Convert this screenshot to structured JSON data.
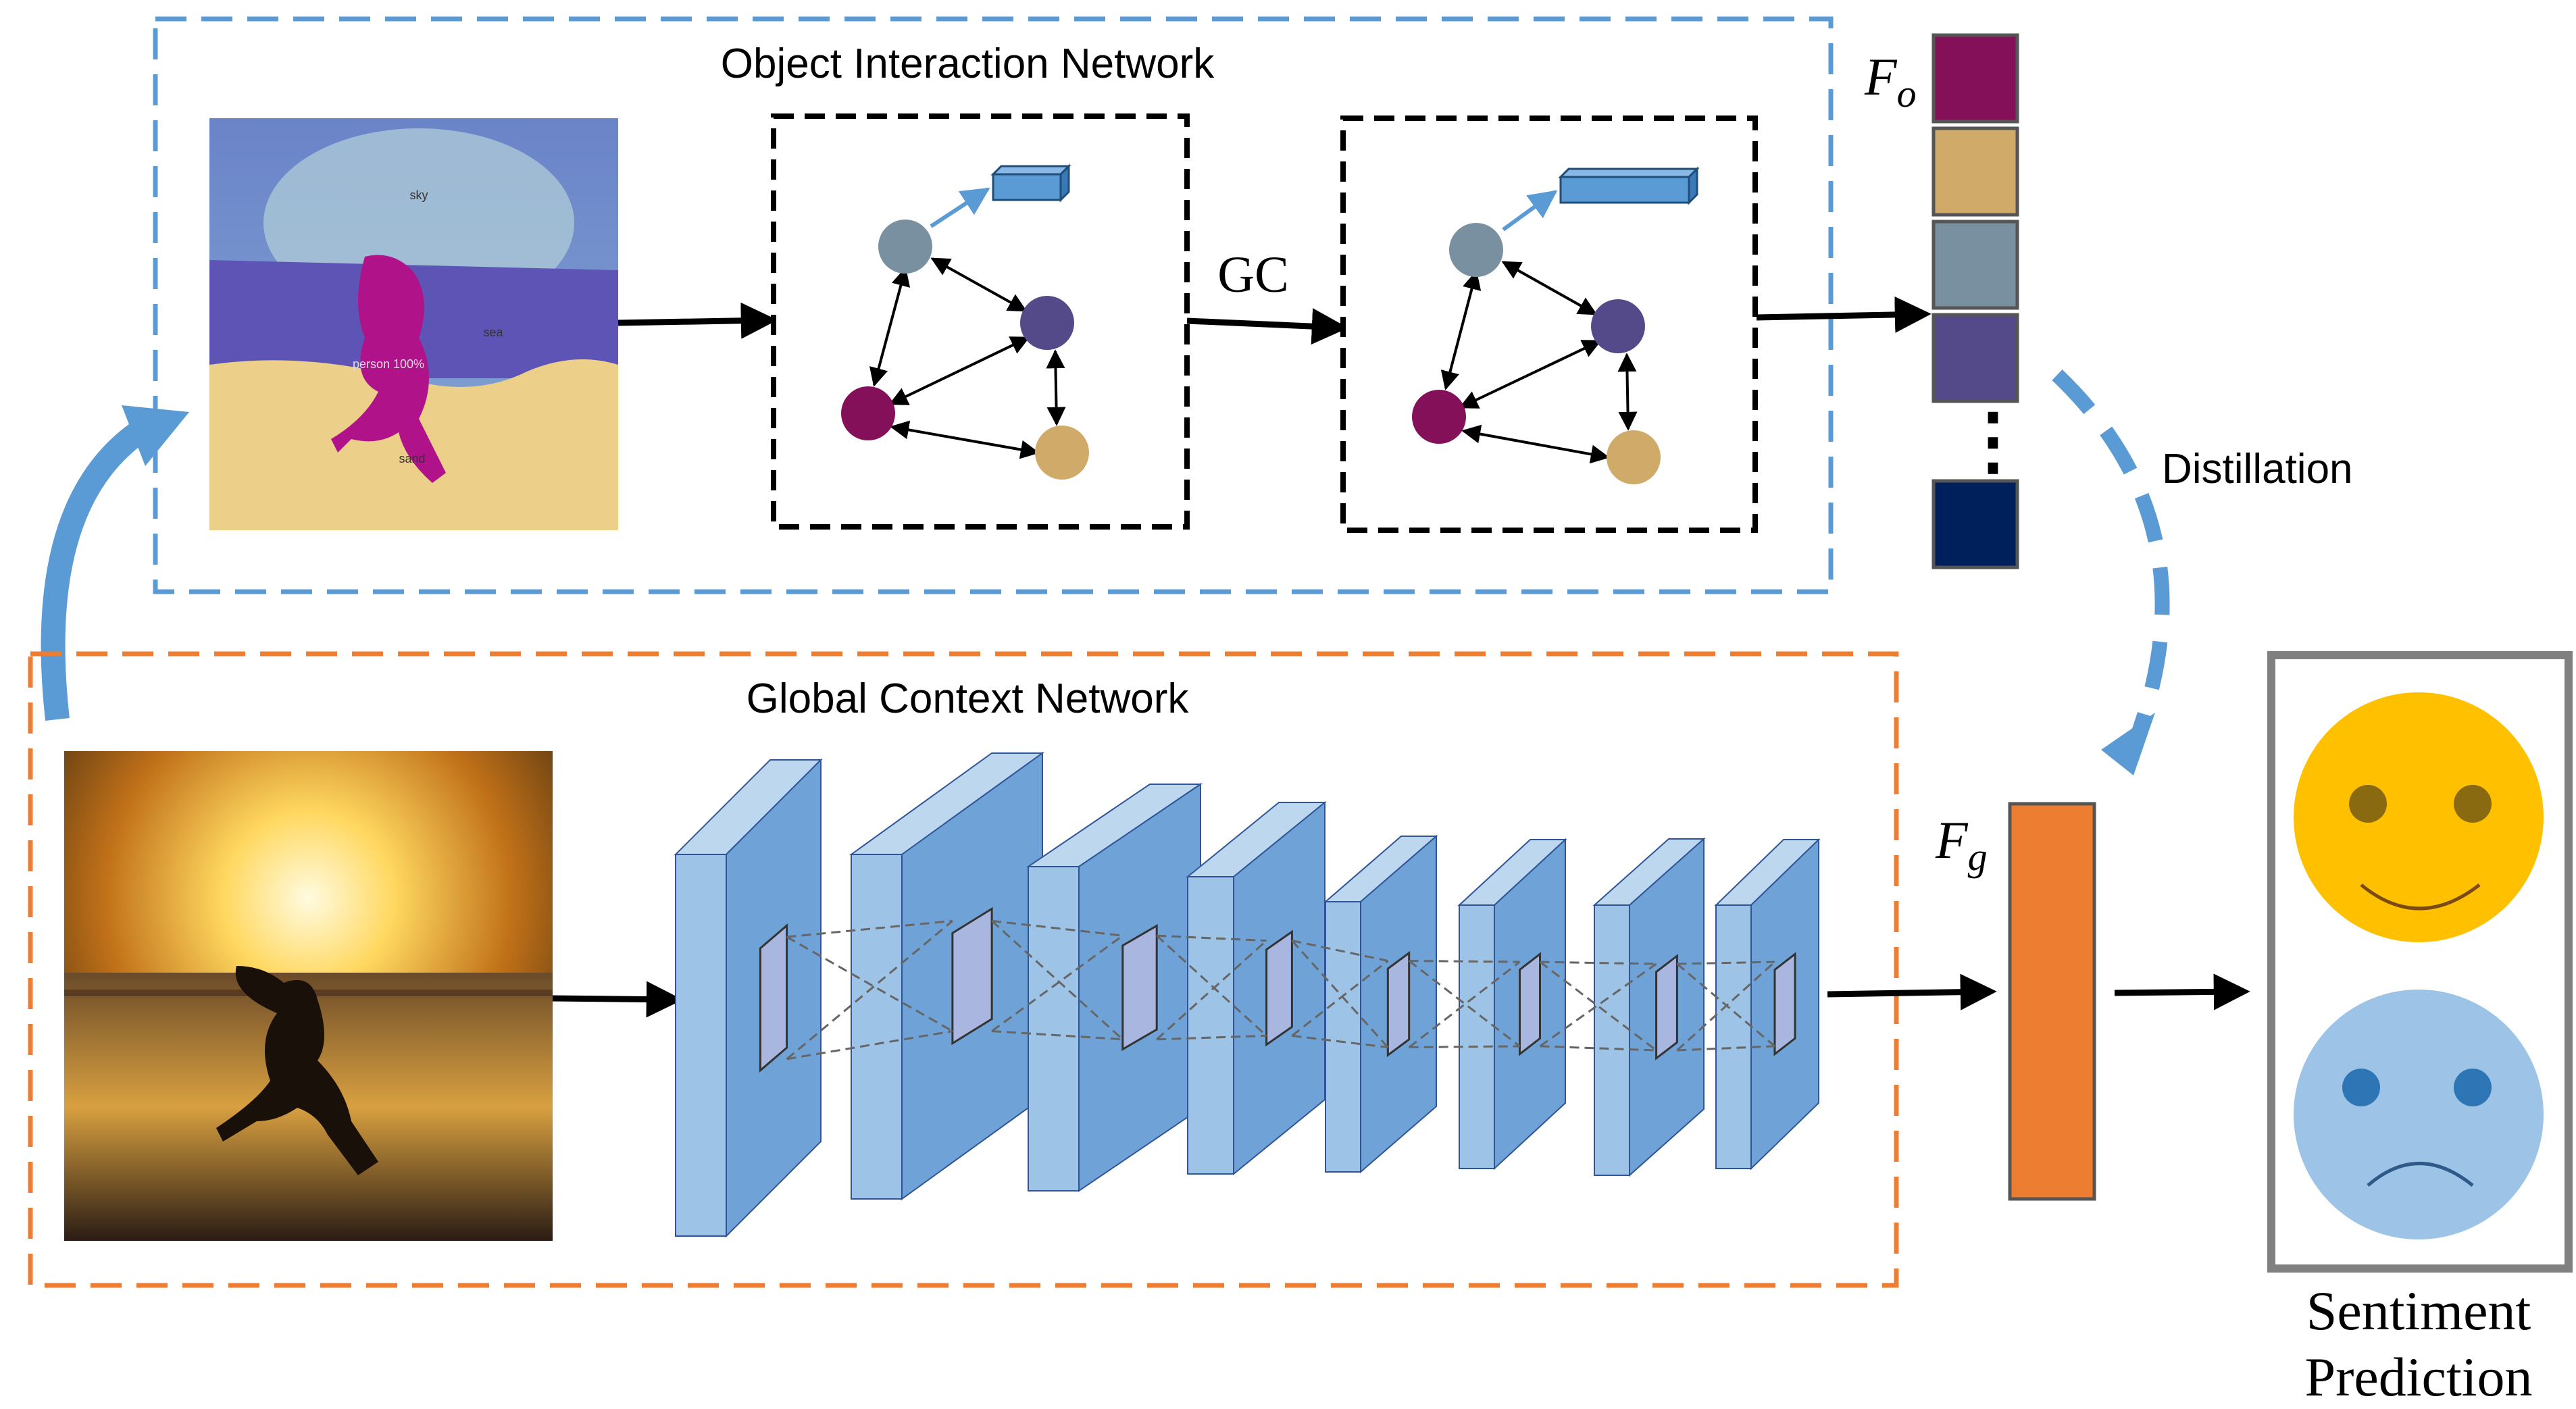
{
  "object_network": {
    "title": "Object Interaction Network",
    "seg_labels": [
      "sky",
      "sea",
      "person 100%",
      "sand"
    ],
    "gc_label": "GC"
  },
  "global_network": {
    "title": "Global Context Network"
  },
  "features": {
    "fo_symbol": "F",
    "fo_subscript": "o",
    "fg_symbol": "F",
    "fg_subscript": "g",
    "ellipsis": "⋮"
  },
  "distillation_label": "Distillation",
  "prediction": {
    "line1": "Sentiment",
    "line2": "Prediction"
  },
  "colors": {
    "object_box": "#5b9bd5",
    "global_box": "#ed7d31",
    "node_top": "#7890a0",
    "node_right": "#544a8a",
    "node_left": "#84105a",
    "node_bottom": "#d0aa68",
    "feature_cells": [
      "#84105a",
      "#d0aa68",
      "#7890a0",
      "#544a8a",
      "#00205b"
    ],
    "fg_bar": "#ed7d31",
    "happy_face": "#ffc000",
    "sad_face": "#9dc3e6",
    "sad_eyes": "#2e75b6",
    "happy_eyes": "#8a6a10"
  }
}
